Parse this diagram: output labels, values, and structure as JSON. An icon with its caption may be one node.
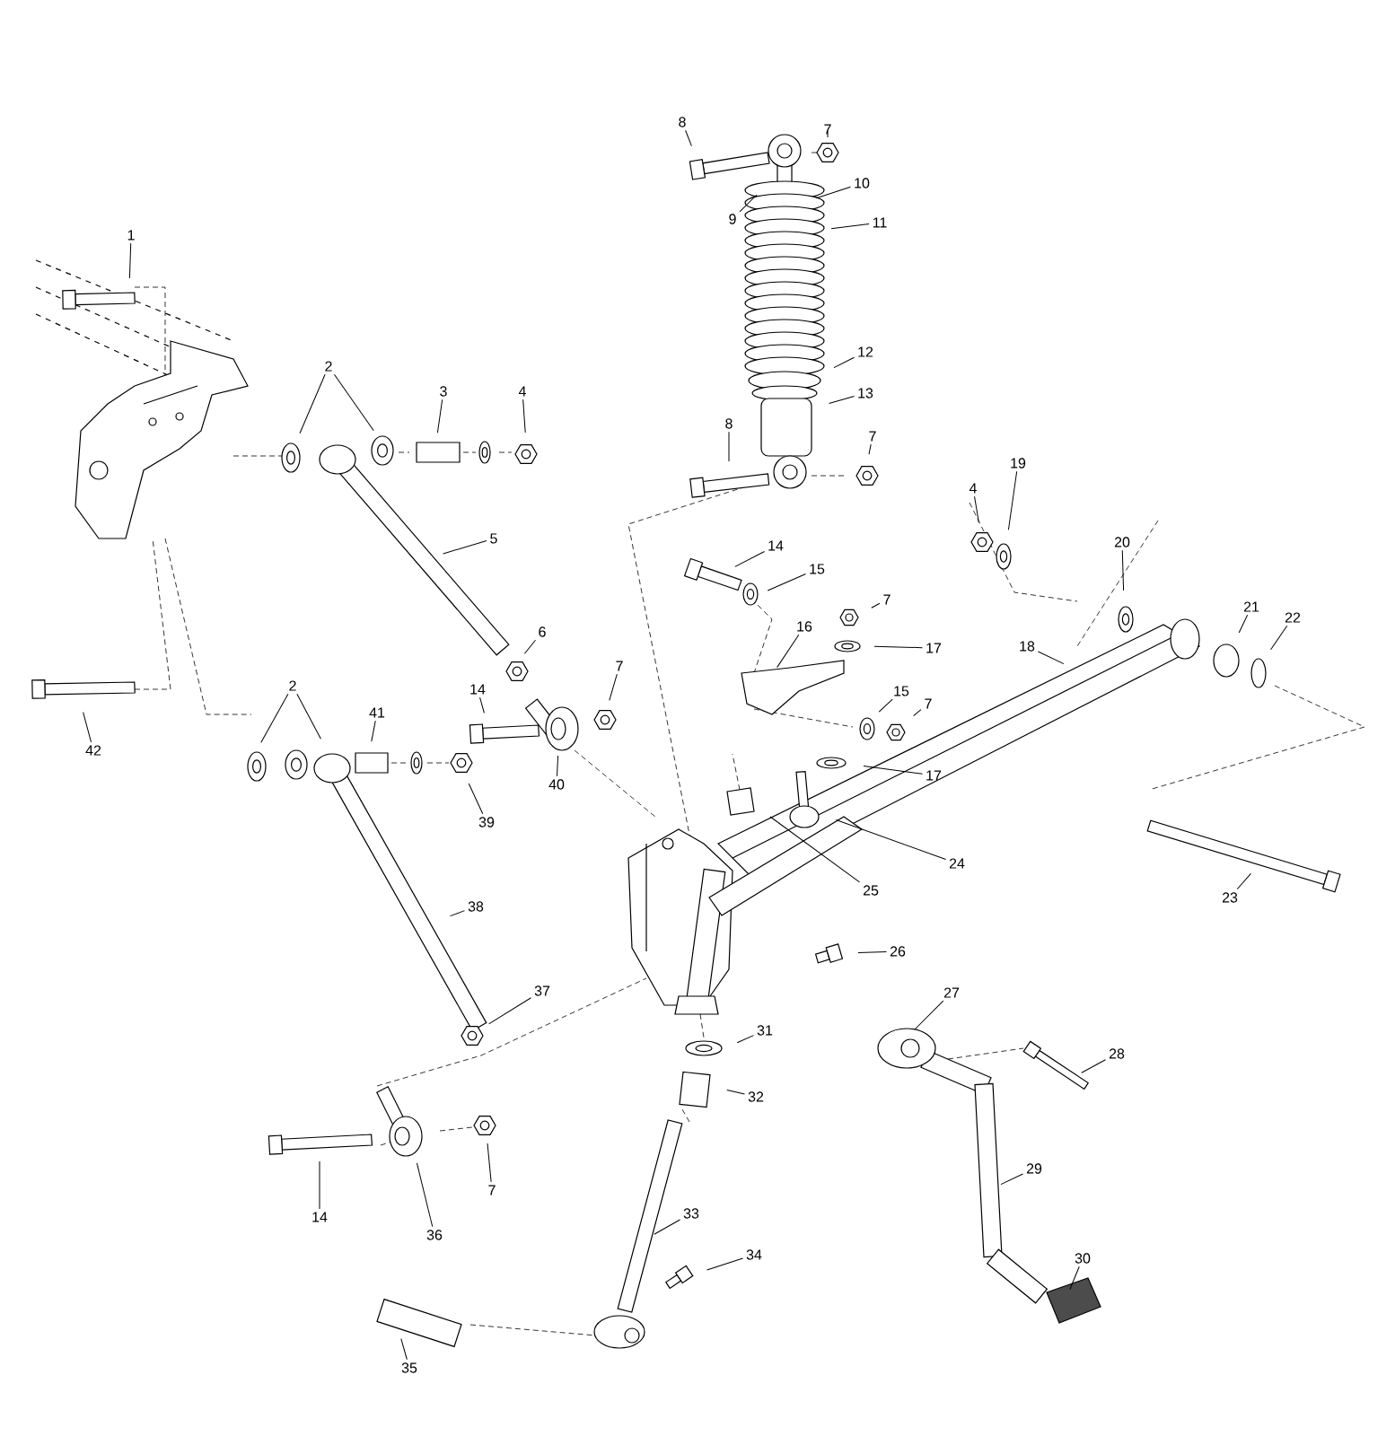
{
  "diagram": {
    "nodes": [
      {
        "text": [
          "7"
        ]
      },
      {
        "text": [
          "8"
        ]
      },
      {
        "text": [
          "10"
        ]
      },
      {
        "text": [
          "9"
        ]
      },
      {
        "text": [
          "11"
        ]
      },
      {
        "text": [
          "1"
        ]
      },
      {
        "text": [
          "12"
        ]
      },
      {
        "text": [
          "2"
        ]
      },
      {
        "text": [
          "13"
        ]
      },
      {
        "text": [
          "3"
        ]
      },
      {
        "text": [
          "4"
        ]
      },
      {
        "text": [
          "8"
        ]
      },
      {
        "text": [
          "7"
        ]
      },
      {
        "text": [
          "19"
        ]
      },
      {
        "text": [
          "4"
        ]
      },
      {
        "text": [
          "5"
        ]
      },
      {
        "text": [
          "20"
        ]
      },
      {
        "text": [
          "14"
        ]
      },
      {
        "text": [
          "15"
        ]
      },
      {
        "text": [
          "21"
        ]
      },
      {
        "text": [
          "7"
        ]
      },
      {
        "text": [
          "22"
        ]
      },
      {
        "text": [
          "16"
        ]
      },
      {
        "text": [
          "6"
        ]
      },
      {
        "text": [
          "17"
        ]
      },
      {
        "text": [
          "2"
        ]
      },
      {
        "text": [
          "18"
        ]
      },
      {
        "text": [
          "7"
        ]
      },
      {
        "text": [
          "14"
        ]
      },
      {
        "text": [
          "15"
        ]
      },
      {
        "text": [
          "7"
        ]
      },
      {
        "text": [
          "41"
        ]
      },
      {
        "text": [
          "42"
        ]
      },
      {
        "text": [
          "17"
        ]
      },
      {
        "text": [
          "39"
        ]
      },
      {
        "text": [
          "40"
        ]
      },
      {
        "text": [
          "24"
        ]
      },
      {
        "text": [
          "25"
        ]
      },
      {
        "text": [
          "23"
        ]
      },
      {
        "text": [
          "38"
        ]
      },
      {
        "text": [
          "26"
        ]
      },
      {
        "text": [
          "37"
        ]
      },
      {
        "text": [
          "27"
        ]
      },
      {
        "text": [
          "31"
        ]
      },
      {
        "text": [
          "28"
        ]
      },
      {
        "text": [
          "32"
        ]
      },
      {
        "text": [
          "29"
        ]
      },
      {
        "text": [
          "7"
        ]
      },
      {
        "text": [
          "33"
        ]
      },
      {
        "text": [
          "14"
        ]
      },
      {
        "text": [
          "36"
        ]
      },
      {
        "text": [
          "30"
        ]
      },
      {
        "text": [
          "34"
        ]
      },
      {
        "text": [
          "35"
        ]
      }
    ],
    "edges": [
      {
        "from": 0,
        "to": null,
        "arrow": "none"
      },
      {
        "from": 1,
        "to": null,
        "arrow": "none"
      },
      {
        "from": 2,
        "to": null,
        "arrow": "none"
      },
      {
        "from": 3,
        "to": null,
        "arrow": "none"
      },
      {
        "from": 4,
        "to": null,
        "arrow": "none"
      },
      {
        "from": 5,
        "to": null,
        "arrow": "none"
      },
      {
        "from": 6,
        "to": null,
        "arrow": "none"
      },
      {
        "from": 7,
        "to": null,
        "arrow": "none"
      },
      {
        "from": 7,
        "to": null,
        "arrow": "none"
      },
      {
        "from": 8,
        "to": null,
        "arrow": "none"
      },
      {
        "from": 9,
        "to": null,
        "arrow": "none"
      },
      {
        "from": 10,
        "to": null,
        "arrow": "none"
      },
      {
        "from": 11,
        "to": null,
        "arrow": "none"
      },
      {
        "from": 12,
        "to": null,
        "arrow": "none"
      },
      {
        "from": 13,
        "to": null,
        "arrow": "none"
      },
      {
        "from": 14,
        "to": null,
        "arrow": "none"
      },
      {
        "from": 15,
        "to": null,
        "arrow": "none"
      },
      {
        "from": 16,
        "to": null,
        "arrow": "none"
      },
      {
        "from": 17,
        "to": null,
        "arrow": "none"
      },
      {
        "from": 18,
        "to": null,
        "arrow": "none"
      },
      {
        "from": 19,
        "to": null,
        "arrow": "none"
      },
      {
        "from": 20,
        "to": null,
        "arrow": "none"
      },
      {
        "from": 21,
        "to": null,
        "arrow": "none"
      },
      {
        "from": 22,
        "to": null,
        "arrow": "none"
      },
      {
        "from": 23,
        "to": null,
        "arrow": "none"
      },
      {
        "from": 24,
        "to": null,
        "arrow": "none"
      },
      {
        "from": 25,
        "to": null,
        "arrow": "none"
      },
      {
        "from": 25,
        "to": null,
        "arrow": "none"
      },
      {
        "from": 26,
        "to": null,
        "arrow": "none"
      },
      {
        "from": 27,
        "to": null,
        "arrow": "none"
      },
      {
        "from": 28,
        "to": null,
        "arrow": "none"
      },
      {
        "from": 29,
        "to": null,
        "arrow": "none"
      },
      {
        "from": 30,
        "to": null,
        "arrow": "none"
      },
      {
        "from": 31,
        "to": null,
        "arrow": "none"
      },
      {
        "from": 32,
        "to": null,
        "arrow": "none"
      },
      {
        "from": 33,
        "to": null,
        "arrow": "none"
      },
      {
        "from": 34,
        "to": null,
        "arrow": "none"
      },
      {
        "from": 35,
        "to": null,
        "arrow": "none"
      },
      {
        "from": 36,
        "to": null,
        "arrow": "none"
      },
      {
        "from": 37,
        "to": null,
        "arrow": "none"
      },
      {
        "from": 38,
        "to": null,
        "arrow": "none"
      },
      {
        "from": 39,
        "to": null,
        "arrow": "none"
      },
      {
        "from": 40,
        "to": null,
        "arrow": "none"
      },
      {
        "from": 41,
        "to": null,
        "arrow": "none"
      },
      {
        "from": 42,
        "to": null,
        "arrow": "none"
      },
      {
        "from": 43,
        "to": null,
        "arrow": "none"
      },
      {
        "from": 44,
        "to": null,
        "arrow": "none"
      },
      {
        "from": 45,
        "to": null,
        "arrow": "none"
      },
      {
        "from": 46,
        "to": null,
        "arrow": "none"
      },
      {
        "from": 47,
        "to": null,
        "arrow": "none"
      },
      {
        "from": 48,
        "to": null,
        "arrow": "none"
      },
      {
        "from": 49,
        "to": null,
        "arrow": "none"
      },
      {
        "from": 50,
        "to": null,
        "arrow": "none"
      },
      {
        "from": 51,
        "to": null,
        "arrow": "none"
      },
      {
        "from": 52,
        "to": null,
        "arrow": "none"
      },
      {
        "from": 53,
        "to": null,
        "arrow": "none"
      }
    ]
  }
}
